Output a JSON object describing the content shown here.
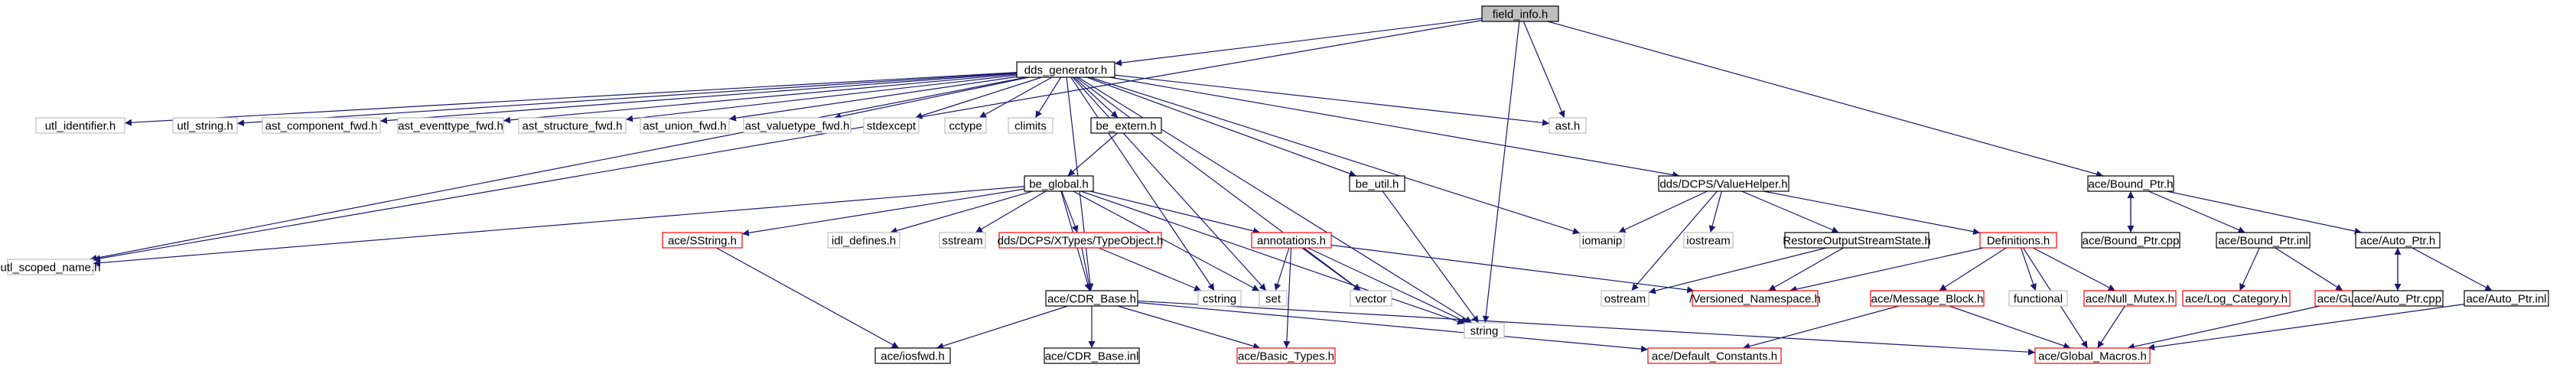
{
  "colors": {
    "root_fill": "#bfbfbf",
    "documented_border": "#000000",
    "missing_border": "#bfbfbf",
    "red_border": "#ff0000",
    "edge": "#191970",
    "text": "#000000"
  },
  "nodes": [
    {
      "id": "field_info_h",
      "label": "field_info.h",
      "style": "root"
    },
    {
      "id": "dds_generator_h",
      "label": "dds_generator.h",
      "style": "doc"
    },
    {
      "id": "ast_h",
      "label": "ast.h",
      "style": "missing"
    },
    {
      "id": "string",
      "label": "string",
      "style": "missing"
    },
    {
      "id": "utl_scoped_name_h",
      "label": "utl_scoped_name.h",
      "style": "missing"
    },
    {
      "id": "bound_ptr_h",
      "label": "ace/Bound_Ptr.h",
      "style": "doc"
    },
    {
      "id": "utl_identifier_h",
      "label": "utl_identifier.h",
      "style": "missing"
    },
    {
      "id": "utl_string_h",
      "label": "utl_string.h",
      "style": "missing"
    },
    {
      "id": "ast_component_fwd_h",
      "label": "ast_component_fwd.h",
      "style": "missing"
    },
    {
      "id": "ast_eventtype_fwd_h",
      "label": "ast_eventtype_fwd.h",
      "style": "missing"
    },
    {
      "id": "ast_structure_fwd_h",
      "label": "ast_structure_fwd.h",
      "style": "missing"
    },
    {
      "id": "ast_union_fwd_h",
      "label": "ast_union_fwd.h",
      "style": "missing"
    },
    {
      "id": "ast_valuetype_fwd_h",
      "label": "ast_valuetype_fwd.h",
      "style": "missing"
    },
    {
      "id": "stdexcept",
      "label": "stdexcept",
      "style": "missing"
    },
    {
      "id": "cctype",
      "label": "cctype",
      "style": "missing"
    },
    {
      "id": "climits",
      "label": "climits",
      "style": "missing"
    },
    {
      "id": "be_extern_h",
      "label": "be_extern.h",
      "style": "doc"
    },
    {
      "id": "be_util_h",
      "label": "be_util.h",
      "style": "doc"
    },
    {
      "id": "valuehelper_h",
      "label": "dds/DCPS/ValueHelper.h",
      "style": "doc"
    },
    {
      "id": "iomanip",
      "label": "iomanip",
      "style": "missing"
    },
    {
      "id": "be_global_h",
      "label": "be_global.h",
      "style": "doc"
    },
    {
      "id": "sstring_h",
      "label": "ace/SString.h",
      "style": "red"
    },
    {
      "id": "idl_defines_h",
      "label": "idl_defines.h",
      "style": "missing"
    },
    {
      "id": "sstream",
      "label": "sstream",
      "style": "missing"
    },
    {
      "id": "typeobject_h",
      "label": "dds/DCPS/XTypes/TypeObject.h",
      "style": "red"
    },
    {
      "id": "annotations_h",
      "label": "annotations.h",
      "style": "red"
    },
    {
      "id": "cdr_base_h",
      "label": "ace/CDR_Base.h",
      "style": "doc"
    },
    {
      "id": "cstring",
      "label": "cstring",
      "style": "missing"
    },
    {
      "id": "set",
      "label": "set",
      "style": "missing"
    },
    {
      "id": "vector",
      "label": "vector",
      "style": "missing"
    },
    {
      "id": "iosfwd_h",
      "label": "ace/iosfwd.h",
      "style": "doc"
    },
    {
      "id": "cdr_base_inl",
      "label": "ace/CDR_Base.inl",
      "style": "doc"
    },
    {
      "id": "basic_types_h",
      "label": "ace/Basic_Types.h",
      "style": "red"
    },
    {
      "id": "restore_h",
      "label": "RestoreOutputStreamState.h",
      "style": "doc"
    },
    {
      "id": "iostream",
      "label": "iostream",
      "style": "missing"
    },
    {
      "id": "definitions_h",
      "label": "Definitions.h",
      "style": "red"
    },
    {
      "id": "ostream",
      "label": "ostream",
      "style": "missing"
    },
    {
      "id": "versioned_ns_h",
      "label": "/Versioned_Namespace.h",
      "style": "red"
    },
    {
      "id": "message_block_h",
      "label": "ace/Message_Block.h",
      "style": "red"
    },
    {
      "id": "functional",
      "label": "functional",
      "style": "missing"
    },
    {
      "id": "null_mutex_h",
      "label": "ace/Null_Mutex.h",
      "style": "red"
    },
    {
      "id": "default_constants_h",
      "label": "ace/Default_Constants.h",
      "style": "red"
    },
    {
      "id": "global_macros_h",
      "label": "ace/Global_Macros.h",
      "style": "red"
    },
    {
      "id": "bound_ptr_cpp",
      "label": "ace/Bound_Ptr.cpp",
      "style": "doc"
    },
    {
      "id": "bound_ptr_inl",
      "label": "ace/Bound_Ptr.inl",
      "style": "doc"
    },
    {
      "id": "auto_ptr_h",
      "label": "ace/Auto_Ptr.h",
      "style": "doc"
    },
    {
      "id": "log_category_h",
      "label": "ace/Log_Category.h",
      "style": "red"
    },
    {
      "id": "guard_t_h",
      "label": "ace/Guard_T.h",
      "style": "red"
    },
    {
      "id": "auto_ptr_cpp",
      "label": "ace/Auto_Ptr.cpp",
      "style": "doc"
    },
    {
      "id": "auto_ptr_inl",
      "label": "ace/Auto_Ptr.inl",
      "style": "doc"
    }
  ],
  "edges": [
    [
      "field_info_h",
      "dds_generator_h"
    ],
    [
      "field_info_h",
      "ast_h"
    ],
    [
      "field_info_h",
      "string"
    ],
    [
      "field_info_h",
      "utl_scoped_name_h"
    ],
    [
      "field_info_h",
      "bound_ptr_h"
    ],
    [
      "dds_generator_h",
      "utl_identifier_h"
    ],
    [
      "dds_generator_h",
      "utl_string_h"
    ],
    [
      "dds_generator_h",
      "ast_component_fwd_h"
    ],
    [
      "dds_generator_h",
      "ast_eventtype_fwd_h"
    ],
    [
      "dds_generator_h",
      "ast_structure_fwd_h"
    ],
    [
      "dds_generator_h",
      "ast_union_fwd_h"
    ],
    [
      "dds_generator_h",
      "ast_valuetype_fwd_h"
    ],
    [
      "dds_generator_h",
      "stdexcept"
    ],
    [
      "dds_generator_h",
      "cctype"
    ],
    [
      "dds_generator_h",
      "climits"
    ],
    [
      "dds_generator_h",
      "be_extern_h"
    ],
    [
      "dds_generator_h",
      "ast_h"
    ],
    [
      "dds_generator_h",
      "utl_scoped_name_h"
    ],
    [
      "dds_generator_h",
      "be_util_h"
    ],
    [
      "dds_generator_h",
      "valuehelper_h"
    ],
    [
      "dds_generator_h",
      "iomanip"
    ],
    [
      "dds_generator_h",
      "string"
    ],
    [
      "dds_generator_h",
      "cstring"
    ],
    [
      "dds_generator_h",
      "set"
    ],
    [
      "dds_generator_h",
      "vector"
    ],
    [
      "dds_generator_h",
      "cdr_base_h"
    ],
    [
      "be_extern_h",
      "be_global_h"
    ],
    [
      "be_util_h",
      "string"
    ],
    [
      "be_global_h",
      "utl_scoped_name_h"
    ],
    [
      "be_global_h",
      "sstring_h"
    ],
    [
      "be_global_h",
      "idl_defines_h"
    ],
    [
      "be_global_h",
      "sstream"
    ],
    [
      "be_global_h",
      "typeobject_h"
    ],
    [
      "be_global_h",
      "annotations_h"
    ],
    [
      "be_global_h",
      "cdr_base_h"
    ],
    [
      "be_global_h",
      "set"
    ],
    [
      "be_global_h",
      "string"
    ],
    [
      "sstring_h",
      "iosfwd_h"
    ],
    [
      "typeobject_h",
      "cdr_base_h"
    ],
    [
      "typeobject_h",
      "cstring"
    ],
    [
      "annotations_h",
      "set"
    ],
    [
      "annotations_h",
      "vector"
    ],
    [
      "annotations_h",
      "string"
    ],
    [
      "annotations_h",
      "basic_types_h"
    ],
    [
      "annotations_h",
      "versioned_ns_h"
    ],
    [
      "cdr_base_h",
      "iosfwd_h"
    ],
    [
      "cdr_base_h",
      "cdr_base_inl"
    ],
    [
      "cdr_base_h",
      "basic_types_h"
    ],
    [
      "cdr_base_h",
      "default_constants_h"
    ],
    [
      "cdr_base_h",
      "global_macros_h"
    ],
    [
      "valuehelper_h",
      "iomanip"
    ],
    [
      "valuehelper_h",
      "iostream"
    ],
    [
      "valuehelper_h",
      "restore_h"
    ],
    [
      "valuehelper_h",
      "definitions_h"
    ],
    [
      "valuehelper_h",
      "ostream"
    ],
    [
      "restore_h",
      "ostream"
    ],
    [
      "restore_h",
      "versioned_ns_h"
    ],
    [
      "definitions_h",
      "versioned_ns_h"
    ],
    [
      "definitions_h",
      "message_block_h"
    ],
    [
      "definitions_h",
      "functional"
    ],
    [
      "definitions_h",
      "null_mutex_h"
    ],
    [
      "definitions_h",
      "global_macros_h"
    ],
    [
      "message_block_h",
      "default_constants_h"
    ],
    [
      "message_block_h",
      "global_macros_h"
    ],
    [
      "null_mutex_h",
      "global_macros_h"
    ],
    [
      "bound_ptr_h",
      "bound_ptr_cpp"
    ],
    [
      "bound_ptr_cpp",
      "bound_ptr_h"
    ],
    [
      "bound_ptr_h",
      "bound_ptr_inl"
    ],
    [
      "bound_ptr_h",
      "auto_ptr_h"
    ],
    [
      "bound_ptr_inl",
      "log_category_h"
    ],
    [
      "bound_ptr_inl",
      "guard_t_h"
    ],
    [
      "guard_t_h",
      "global_macros_h"
    ],
    [
      "auto_ptr_h",
      "auto_ptr_cpp"
    ],
    [
      "auto_ptr_cpp",
      "auto_ptr_h"
    ],
    [
      "auto_ptr_h",
      "auto_ptr_inl"
    ],
    [
      "auto_ptr_inl",
      "global_macros_h"
    ]
  ]
}
